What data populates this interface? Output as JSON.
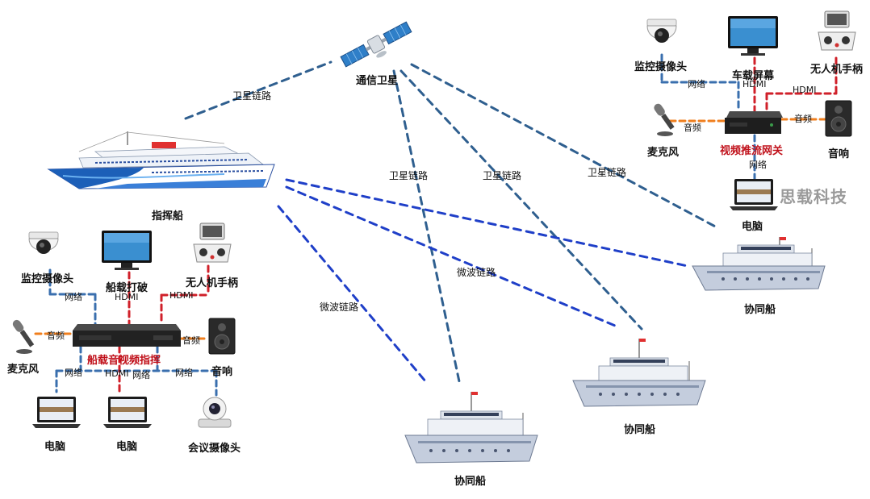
{
  "satellite": {
    "label": "通信卫星"
  },
  "command_ship": {
    "label": "指挥船"
  },
  "coop_ships": [
    {
      "label": "协同船"
    },
    {
      "label": "协同船"
    },
    {
      "label": "协同船"
    }
  ],
  "links": {
    "satellite_link": "卫星链路",
    "microwave_link": "微波链路"
  },
  "left_group": {
    "camera": "监控摄像头",
    "screen": "船载打破",
    "joystick": "无人机手柄",
    "mic": "麦克风",
    "speaker": "音响",
    "device": "船载音视频指挥",
    "pc1": "电脑",
    "pc2": "电脑",
    "conf_camera": "会议摄像头",
    "net": "网络",
    "hdmi": "HDMI",
    "audio": "音频"
  },
  "right_group": {
    "camera": "监控摄像头",
    "screen": "车载屏幕",
    "joystick": "无人机手柄",
    "mic": "麦克风",
    "speaker": "音响",
    "gateway": "视频推流网关",
    "pc": "电脑",
    "net": "网络",
    "hdmi": "HDMI",
    "audio": "音频"
  },
  "brand": "思载科技",
  "colors": {
    "satellite_link": "#2f5f8f",
    "microwave_link": "#1f3fc8",
    "net_link": "#3a6fae",
    "hdmi_link": "#d0202a",
    "audio_link": "#f07f1e",
    "ship_hull": "#c4cddd",
    "accent_red": "#c0101a"
  }
}
